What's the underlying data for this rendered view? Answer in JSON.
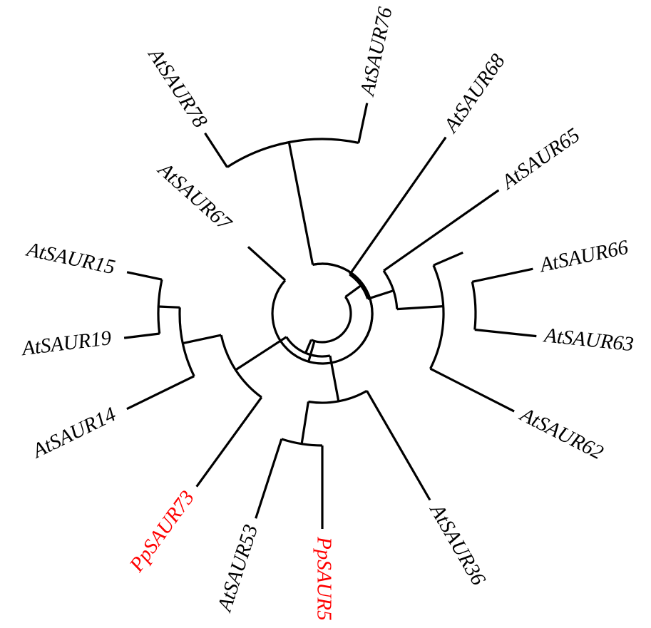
{
  "chart_data": {
    "type": "circular-tree",
    "title": "",
    "colors": {
      "default": "#000000",
      "highlight": "#ff0000"
    },
    "leaves": [
      {
        "label": "AtSAUR78",
        "highlight": false
      },
      {
        "label": "AtSAUR76",
        "highlight": false
      },
      {
        "label": "AtSAUR68",
        "highlight": false
      },
      {
        "label": "AtSAUR65",
        "highlight": false
      },
      {
        "label": "AtSAUR66",
        "highlight": false
      },
      {
        "label": "AtSAUR63",
        "highlight": false
      },
      {
        "label": "AtSAUR62",
        "highlight": false
      },
      {
        "label": "AtSAUR36",
        "highlight": false
      },
      {
        "label": "PpSAUR5",
        "highlight": true
      },
      {
        "label": "AtSAUR53",
        "highlight": false
      },
      {
        "label": "PpSAUR73",
        "highlight": true
      },
      {
        "label": "AtSAUR14",
        "highlight": false
      },
      {
        "label": "AtSAUR19",
        "highlight": false
      },
      {
        "label": "AtSAUR15",
        "highlight": false
      },
      {
        "label": "AtSAUR67",
        "highlight": false
      }
    ]
  }
}
